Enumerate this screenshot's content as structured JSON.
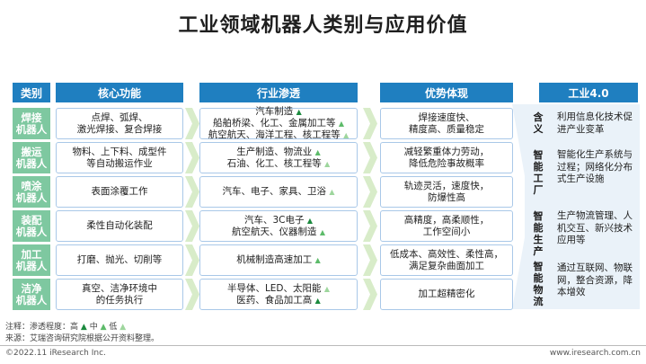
{
  "title": "工业领域机器人类别与应用价值",
  "headers": {
    "category": "类别",
    "core": "核心功能",
    "industry": "行业渗透",
    "advantage": "优势体现",
    "industry40": "工业4.0"
  },
  "rows": [
    {
      "cat": "焊接\n机器人",
      "core": "点焊、弧焊、\n激光焊接、复合焊接",
      "ind": [
        "汽车制造 ▲",
        "船舶桥梁、化工、金属加工等 ▲",
        "航空航天、海洋工程、核工程等 ▲"
      ],
      "adv": "焊接速度快、\n精度高、质量稳定"
    },
    {
      "cat": "搬运\n机器人",
      "core": "物料、上下料、成型件\n等自动搬运作业",
      "ind": [
        "生产制造、物流业 ▲",
        "石油、化工、核工程等 ▲"
      ],
      "adv": "减轻繁重体力劳动，\n降低危险事故概率"
    },
    {
      "cat": "喷涂\n机器人",
      "core": "表面涂覆工作",
      "ind": [
        "汽车、电子、家具、卫浴 ▲"
      ],
      "adv": "轨迹灵活，速度快，\n防爆性高"
    },
    {
      "cat": "装配\n机器人",
      "core": "柔性自动化装配",
      "ind": [
        "汽车、3C电子 ▲",
        "航空航天、仪器制造 ▲"
      ],
      "adv": "高精度，高柔顺性，\n工作空间小"
    },
    {
      "cat": "加工\n机器人",
      "core": "打磨、抛光、切削等",
      "ind": [
        "机械制造高速加工 ▲"
      ],
      "adv": "低成本、高效性、柔性高，\n满足复杂曲面加工"
    },
    {
      "cat": "洁净\n机器人",
      "core": "真空、洁净环境中\n的任务执行",
      "ind": [
        "半导体、LED、太阳能 ▲",
        "医药、食品加工高 ▲"
      ],
      "adv": "加工超精密化"
    }
  ],
  "industry40": [
    {
      "label": "含义",
      "text": "利用信息化技术促进产业变革"
    },
    {
      "label": "智能工厂",
      "text": "智能化生产系统与过程；网络化分布式生产设施"
    },
    {
      "label": "智能生产",
      "text": "生产物流管理、人机交互、新兴技术应用等"
    },
    {
      "label": "智能物流",
      "text": "通过互联网、物联网，整合资源，降本增效"
    }
  ],
  "legend": {
    "prefix": "注释：渗透程度：高",
    "mid": "中",
    "low": "低",
    "source": "来源：艾瑞咨询研究院根据公开资料整理。"
  },
  "footer": {
    "left": "©2022.11 iResearch Inc.",
    "right": "www.iresearch.com.cn"
  },
  "colors": {
    "header_blue": "#1f7fc0",
    "category_green": "#7ec8a0",
    "high": "#1b8a3e",
    "mid": "#5dbb6a",
    "low": "#9ed69d"
  }
}
